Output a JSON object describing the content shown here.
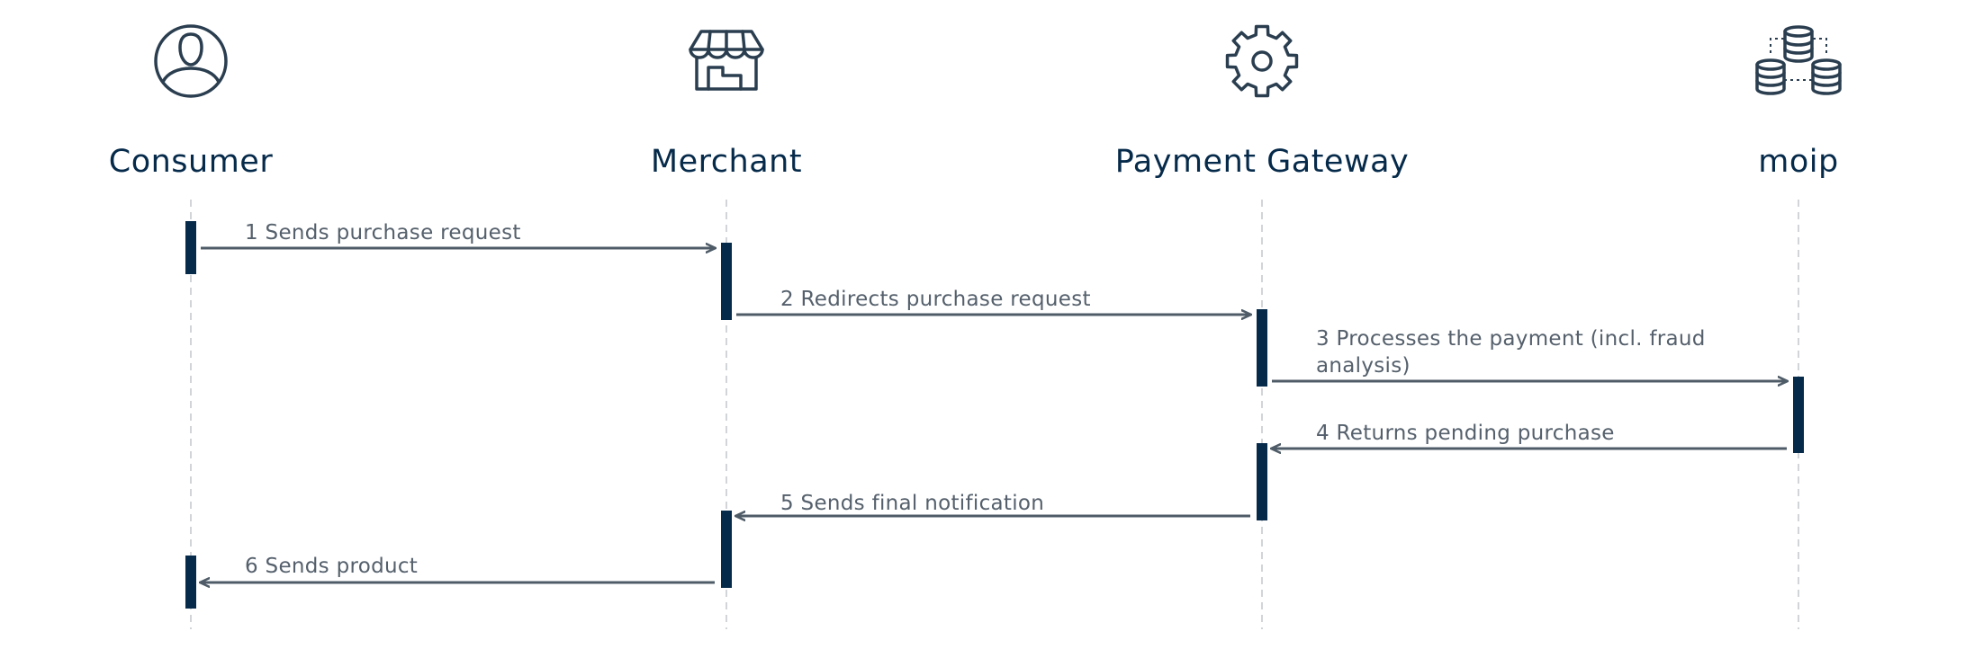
{
  "diagram": {
    "actors": [
      {
        "name": "Consumer",
        "icon": "user-avatar-icon"
      },
      {
        "name": "Merchant",
        "icon": "storefront-icon"
      },
      {
        "name": "Payment Gateway",
        "icon": "gear-icon"
      },
      {
        "name": "moip",
        "icon": "databases-icon"
      }
    ],
    "messages": [
      {
        "from": "Consumer",
        "to": "Merchant",
        "label": "1 Sends purchase request",
        "label_lines": [
          "1 Sends purchase request"
        ]
      },
      {
        "from": "Merchant",
        "to": "Payment Gateway",
        "label": "2 Redirects purchase request",
        "label_lines": [
          "2 Redirects purchase request"
        ]
      },
      {
        "from": "Payment Gateway",
        "to": "moip",
        "label": "3 Processes the payment (incl. fraud analysis)",
        "label_lines": [
          "3 Processes the payment (incl. fraud",
          "analysis)"
        ]
      },
      {
        "from": "moip",
        "to": "Payment Gateway",
        "label": "4 Returns pending purchase",
        "label_lines": [
          "4 Returns pending purchase"
        ]
      },
      {
        "from": "Payment Gateway",
        "to": "Merchant",
        "label": "5 Sends final notification",
        "label_lines": [
          "5 Sends final notification"
        ]
      },
      {
        "from": "Merchant",
        "to": "Consumer",
        "label": "6 Sends product",
        "label_lines": [
          "6 Sends product"
        ]
      }
    ],
    "colors": {
      "actor_text": "#062a4a",
      "activation_bar": "#062a4a",
      "arrow": "#4f5c68",
      "message_text": "#55606c",
      "lifeline": "#c2c7cc",
      "icon": "#2a3e50"
    }
  }
}
